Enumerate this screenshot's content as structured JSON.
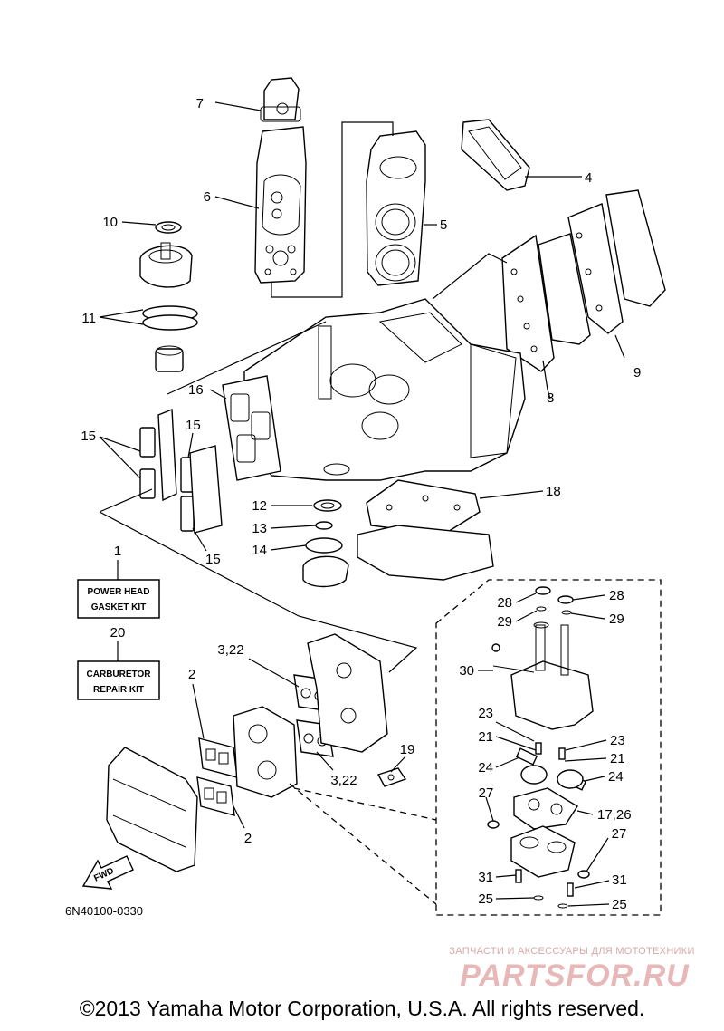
{
  "callouts": {
    "c1": "1",
    "c2a": "2",
    "c2b": "2",
    "c3_22a": "3,22",
    "c3_22b": "3,22",
    "c4": "4",
    "c5": "5",
    "c6": "6",
    "c7": "7",
    "c8": "8",
    "c9": "9",
    "c10": "10",
    "c11": "11",
    "c12": "12",
    "c13": "13",
    "c14": "14",
    "c15a": "15",
    "c15b": "15",
    "c15c": "15",
    "c16": "16",
    "c17_26": "17,26",
    "c18": "18",
    "c19": "19",
    "c20": "20",
    "c21a": "21",
    "c21b": "21",
    "c23a": "23",
    "c23b": "23",
    "c24a": "24",
    "c24b": "24",
    "c25a": "25",
    "c25b": "25",
    "c27a": "27",
    "c27b": "27",
    "c28a": "28",
    "c28b": "28",
    "c29a": "29",
    "c29b": "29",
    "c30": "30",
    "c31a": "31",
    "c31b": "31"
  },
  "kits": {
    "power_head_line1": "POWER HEAD",
    "power_head_line2": "GASKET KIT",
    "carburetor_line1": "CARBURETOR",
    "carburetor_line2": "REPAIR KIT"
  },
  "fwd_label": "FWD",
  "part_number": "6N40100-0330",
  "watermark": {
    "tagline": "ЗАПЧАСТИ И АКСЕССУАРЫ ДЛЯ МОТОТЕХНИКИ",
    "brand": "PARTSFOR.RU"
  },
  "copyright": "©2013 Yamaha Motor Corporation, U.S.A. All rights reserved."
}
